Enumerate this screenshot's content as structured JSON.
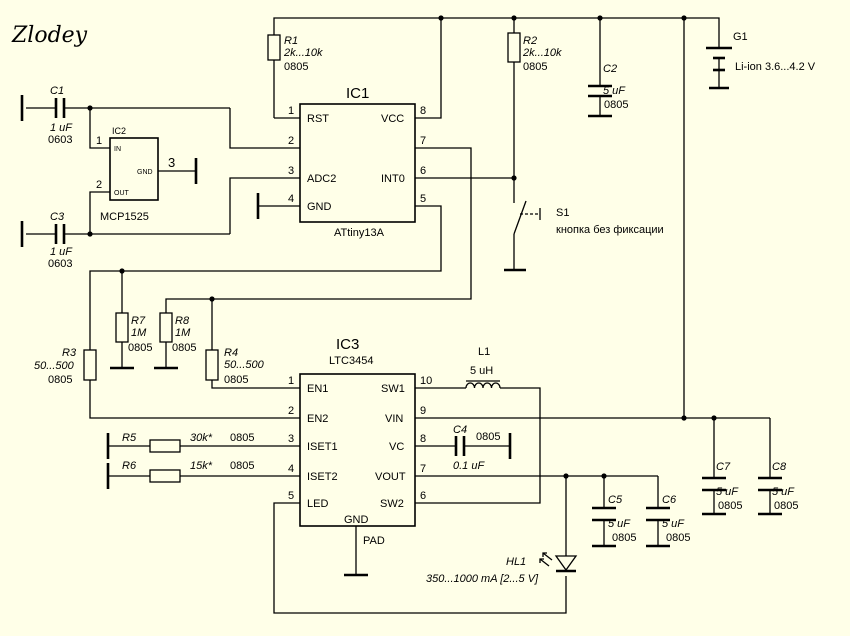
{
  "signature": "Zlodey",
  "ic1": {
    "name": "IC1",
    "part": "ATtiny13A",
    "pins": [
      {
        "num": "1",
        "name": "RST"
      },
      {
        "num": "2",
        "name": ""
      },
      {
        "num": "3",
        "name": "ADC2"
      },
      {
        "num": "4",
        "name": "GND"
      },
      {
        "num": "8",
        "name": "VCC"
      },
      {
        "num": "7",
        "name": ""
      },
      {
        "num": "6",
        "name": "INT0"
      },
      {
        "num": "5",
        "name": ""
      }
    ]
  },
  "ic2": {
    "name": "IC2",
    "part": "MCP1525",
    "pins": [
      {
        "num": "1",
        "name": "IN"
      },
      {
        "num": "2",
        "name": "OUT"
      },
      {
        "num": "3",
        "name": "GND"
      }
    ]
  },
  "ic3": {
    "name": "IC3",
    "part": "LTC3454",
    "pad": "PAD",
    "gnd": "GND",
    "pins": [
      {
        "num": "1",
        "name": "EN1"
      },
      {
        "num": "2",
        "name": "EN2"
      },
      {
        "num": "3",
        "name": "ISET1"
      },
      {
        "num": "4",
        "name": "ISET2"
      },
      {
        "num": "5",
        "name": "LED"
      },
      {
        "num": "10",
        "name": "SW1"
      },
      {
        "num": "9",
        "name": "VIN"
      },
      {
        "num": "8",
        "name": "VC"
      },
      {
        "num": "7",
        "name": "VOUT"
      },
      {
        "num": "6",
        "name": "SW2"
      }
    ]
  },
  "r1": {
    "ref": "R1",
    "value": "2k...10k",
    "pkg": "0805"
  },
  "r2": {
    "ref": "R2",
    "value": "2k...10k",
    "pkg": "0805"
  },
  "r3": {
    "ref": "R3",
    "value": "50...500",
    "pkg": "0805"
  },
  "r4": {
    "ref": "R4",
    "value": "50...500",
    "pkg": "0805"
  },
  "r5": {
    "ref": "R5",
    "value": "30k*",
    "pkg": "0805"
  },
  "r6": {
    "ref": "R6",
    "value": "15k*",
    "pkg": "0805"
  },
  "r7": {
    "ref": "R7",
    "value": "1M",
    "pkg": "0805"
  },
  "r8": {
    "ref": "R8",
    "value": "1M",
    "pkg": "0805"
  },
  "c1": {
    "ref": "C1",
    "value": "1 uF",
    "pkg": "0603"
  },
  "c2": {
    "ref": "C2",
    "value": "5 uF",
    "pkg": "0805"
  },
  "c3": {
    "ref": "C3",
    "value": "1 uF",
    "pkg": "0603"
  },
  "c4": {
    "ref": "C4",
    "value": "0.1 uF",
    "pkg": "0805"
  },
  "c5": {
    "ref": "C5",
    "value": "5 uF",
    "pkg": "0805"
  },
  "c6": {
    "ref": "C6",
    "value": "5 uF",
    "pkg": "0805"
  },
  "c7": {
    "ref": "C7",
    "value": "5 uF",
    "pkg": "0805"
  },
  "c8": {
    "ref": "C8",
    "value": "5 uF",
    "pkg": "0805"
  },
  "l1": {
    "ref": "L1",
    "value": "5 uH"
  },
  "g1": {
    "ref": "G1",
    "desc": "Li-ion 3.6...4.2 V"
  },
  "s1": {
    "ref": "S1",
    "desc": "кнопка без фиксации"
  },
  "hl1": {
    "ref": "HL1",
    "desc": "350...1000 mA [2...5 V]"
  }
}
